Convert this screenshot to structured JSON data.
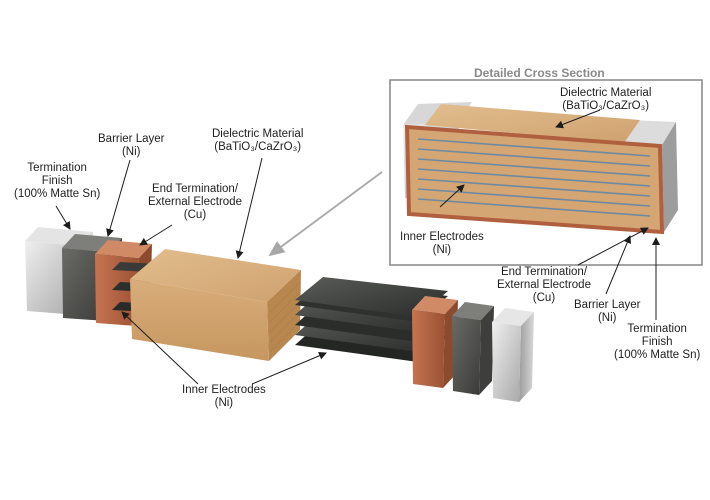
{
  "inset": {
    "title": "Detailed Cross Section",
    "dielectric": {
      "line1": "Dielectric Material",
      "line2": "(BaTiO₃/CaZrO₃)"
    },
    "inner_electrodes": {
      "line1": "Inner Electrodes",
      "line2": "(Ni)"
    }
  },
  "labels": {
    "termination_left": {
      "line1": "Termination",
      "line2": "Finish",
      "line3": "(100% Matte Sn)"
    },
    "barrier_left": {
      "line1": "Barrier Layer",
      "line2": "(Ni)"
    },
    "end_termination_left": {
      "line1": "End Termination/",
      "line2": "External Electrode",
      "line3": "(Cu)"
    },
    "dielectric_main": {
      "line1": "Dielectric Material",
      "line2": "(BaTiO₃/CaZrO₃)"
    },
    "inner_electrodes_main": {
      "line1": "Inner Electrodes",
      "line2": "(Ni)"
    },
    "end_termination_right": {
      "line1": "End Termination/",
      "line2": "External Electrode",
      "line3": "(Cu)"
    },
    "barrier_right": {
      "line1": "Barrier Layer",
      "line2": "(Ni)"
    },
    "termination_right": {
      "line1": "Termination",
      "line2": "Finish",
      "line3": "(100% Matte Sn)"
    }
  },
  "colors": {
    "ceramic": "#d6ab7a",
    "copper": "#b4623f",
    "nickel": "#4a4a48",
    "tin": "#c9c9c9",
    "electrode": "#2e302e"
  }
}
